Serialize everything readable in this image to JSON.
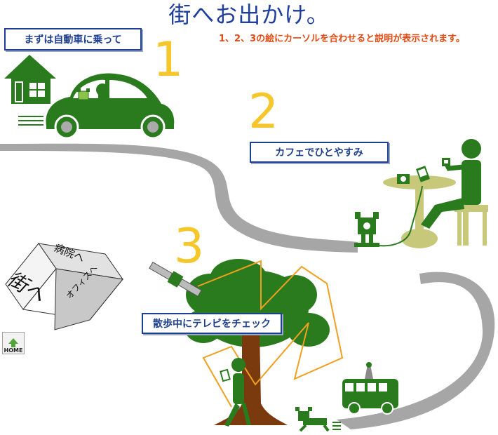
{
  "page": {
    "title": "街へお出かけ。",
    "instruction": "1、2、3の絵にカーソルを合わせると説明が表示されます。"
  },
  "scenes": [
    {
      "number": "1",
      "caption": "まずは自動車に乗って"
    },
    {
      "number": "2",
      "caption": "カフェでひとやすみ"
    },
    {
      "number": "3",
      "caption": "散歩中にテレビをチェック"
    }
  ],
  "cube": {
    "face_front": "街へ",
    "face_top": "病院へ",
    "face_side": "オフィスへ"
  },
  "home_button": {
    "label": "HOME",
    "icon": "home-arrow-icon"
  },
  "colors": {
    "title": "#1f3f9f",
    "caption_border": "#1f3f8f",
    "instruction": "#e24a12",
    "number": "#f5c72a",
    "illustration_green": "#2a7a1e",
    "road": "#9a9a9a",
    "tree_trunk": "#7a3a0e",
    "signal": "#f0a020"
  }
}
